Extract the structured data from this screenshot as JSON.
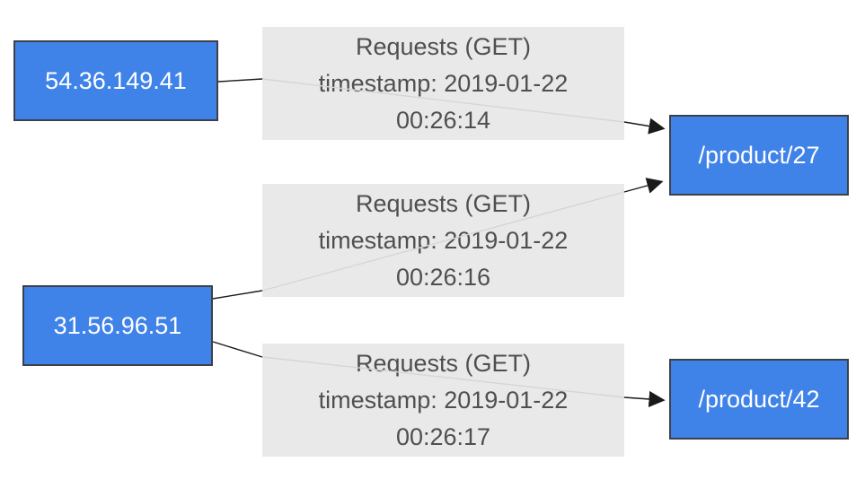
{
  "diagram": {
    "type": "graph",
    "nodes": [
      {
        "label": "54.36.149.41",
        "kind": "ip"
      },
      {
        "label": "31.56.96.51",
        "kind": "ip"
      },
      {
        "label": "/product/27",
        "kind": "url"
      },
      {
        "label": "/product/42",
        "kind": "url"
      }
    ],
    "edges": [
      {
        "from": "54.36.149.41",
        "to": "/product/27",
        "title": "Requests (GET)",
        "timestamp_line": "timestamp: 2019-01-22",
        "time_line": "00:26:14"
      },
      {
        "from": "31.56.96.51",
        "to": "/product/27",
        "title": "Requests (GET)",
        "timestamp_line": "timestamp: 2019-01-22",
        "time_line": "00:26:16"
      },
      {
        "from": "31.56.96.51",
        "to": "/product/42",
        "title": "Requests (GET)",
        "timestamp_line": "timestamp: 2019-01-22",
        "time_line": "00:26:17"
      }
    ],
    "colors": {
      "node_fill": "#4083e8",
      "node_border": "#3c4048",
      "node_text": "#ffffff",
      "edge_label_bg": "#e9e9e9",
      "edge_label_text": "#4f4f4f",
      "edge_line": "#1a1a1a",
      "edge_line_through_label": "#d6d6d6",
      "arrowhead": "#1a1a1a"
    }
  }
}
